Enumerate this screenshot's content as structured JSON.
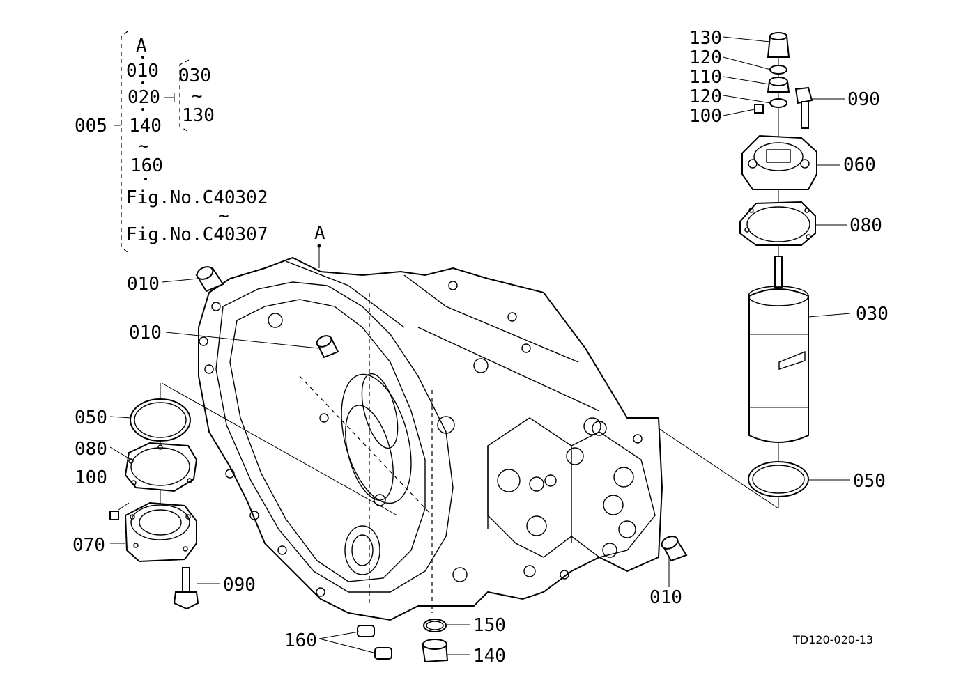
{
  "diagram": {
    "drawing_code": "TD120-020-13",
    "assembly_note": {
      "ref": "005",
      "items": [
        "A",
        "010",
        "020",
        "140",
        "~",
        "160"
      ],
      "sub_items": [
        "030",
        "~",
        "130"
      ],
      "fig_refs": [
        "Fig.No.C40302",
        "~",
        "Fig.No.C40307"
      ]
    },
    "housing_marker": "A",
    "callouts": {
      "c010_top": "010",
      "c010_mid": "010",
      "c010_right": "010",
      "c050_left": "050",
      "c080_left": "080",
      "c100_left": "100",
      "c070": "070",
      "c090_left": "090",
      "c160": "160",
      "c150": "150",
      "c140": "140",
      "c130": "130",
      "c120_a": "120",
      "c110": "110",
      "c120_b": "120",
      "c100_right": "100",
      "c090_right": "090",
      "c060": "060",
      "c080_right": "080",
      "c030": "030",
      "c050_right": "050"
    }
  }
}
